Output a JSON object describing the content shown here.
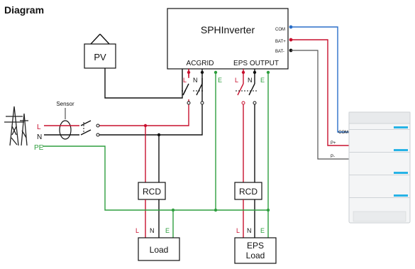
{
  "title": "Diagram",
  "inverter": {
    "name": "SPHInverter",
    "acgrid": "ACGRID",
    "eps_output": "EPS OUTPUT",
    "ports": [
      "COM",
      "BAT+",
      "BAT-"
    ]
  },
  "pv": "PV",
  "sensor": "Sensor",
  "grid_lines": {
    "l": "L",
    "n": "N",
    "pe": "PE"
  },
  "terminals": {
    "l": "L",
    "n": "N",
    "e": "E"
  },
  "rcd": "RCD",
  "load": "Load",
  "eps_load": [
    "EPS",
    "Load"
  ],
  "battery_labels": {
    "com": "COM",
    "p_plus": "P+",
    "p_minus": "P-"
  },
  "colors": {
    "live": "#c8102e",
    "earth": "#2e9e3e",
    "com": "#2a6fc9",
    "neutral": "#111111"
  }
}
